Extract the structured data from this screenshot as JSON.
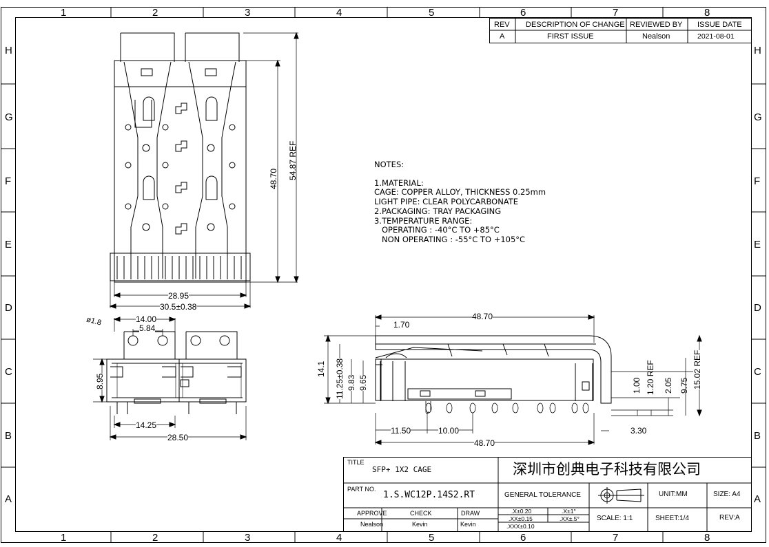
{
  "border": {
    "columns": [
      "1",
      "2",
      "3",
      "4",
      "5",
      "6",
      "7",
      "8"
    ],
    "rows": [
      "H",
      "G",
      "F",
      "E",
      "D",
      "C",
      "B",
      "A"
    ]
  },
  "revision": {
    "headers": [
      "REV",
      "DESCRIPTION OF CHANGE",
      "REVIEWED BY",
      "ISSUE DATE"
    ],
    "row": [
      "A",
      "FIRST ISSUE",
      "Nealson",
      "2021-08-01"
    ]
  },
  "notes": {
    "heading": "NOTES:",
    "lines": [
      "1.MATERIAL:",
      "CAGE: COPPER ALLOY, THICKNESS 0.25mm",
      "LIGHT PIPE: CLEAR POLYCARBONATE",
      "2.PACKAGING: TRAY PACKAGING",
      "3.TEMPERATURE RANGE:",
      "   OPERATING : -40°C TO +85°C",
      "   NON OPERATING : -55°C TO +105°C"
    ]
  },
  "dimensions": {
    "top_view": {
      "height": "48.70",
      "height_ref": "54.87 REF",
      "inner_width": "28.95",
      "outer_width": "30.5±0.38"
    },
    "front_view": {
      "hole_dia": "ø1.8",
      "span": "14.00",
      "pitch": "5.84",
      "height": "8.95",
      "pin_span": "14.25",
      "pin_width": "28.50"
    },
    "side_view": {
      "length_top": "48.70",
      "offset": "1.70",
      "height": "14.1",
      "h1": "11.25±0.38",
      "h2": "9.83",
      "h3": "9.65",
      "r1": "1.00",
      "r2": "1.20 REF",
      "r3": "2.05",
      "r4": "9.75",
      "r5": "15.02 REF",
      "pin1": "11.50",
      "pin2": "10.00",
      "length_bottom": "48.70",
      "tail": "3.30"
    }
  },
  "title_block": {
    "title_label": "TITLE",
    "title": "SFP+  1X2  CAGE",
    "company": "深圳市创典电子科技有限公司",
    "part_label": "PART NO.",
    "part_no": "1.S.WC12P.14S2.RT",
    "tolerance_label": "GENERAL  TOLERANCE",
    "unit": "UNIT:MM",
    "size": "SIZE:  A4",
    "approve_label": "APPROVE",
    "check_label": "CHECK",
    "draw_label": "DRAW",
    "approve": "Nealson",
    "check": "Kevin",
    "draw": "Kevin",
    "tol1": ".X±0.20",
    "tol2": ".XX±0.15",
    "tol3": ".XXX±0.10",
    "ang1": ".X±1°",
    "ang2": ".XX±.5°",
    "scale": "SCALE:  1:1",
    "sheet": "SHEET:1/4",
    "rev": "REV:A"
  }
}
